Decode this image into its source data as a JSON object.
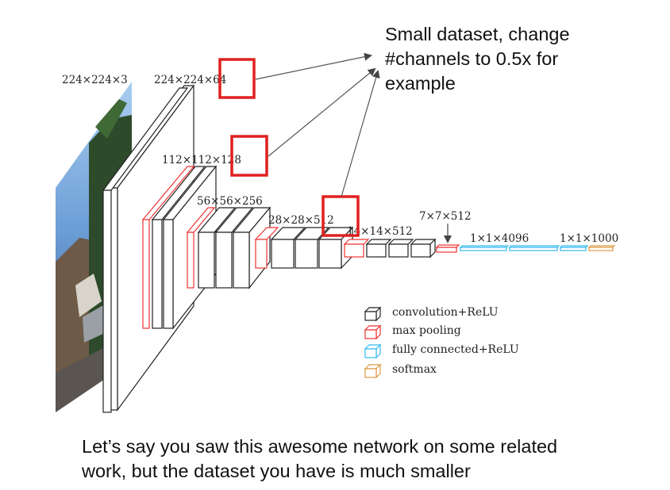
{
  "diagram": {
    "input_label": "224×224×3",
    "layer_labels": [
      "224×224×64",
      "112×112×128",
      "56×56×256",
      "28×28×512",
      "14×14×512",
      "7×7×512",
      "1×1×4096",
      "1×1×1000"
    ],
    "legend": [
      {
        "label": "convolution+ReLU",
        "color": "#222222"
      },
      {
        "label": "max pooling",
        "color": "#ee3333"
      },
      {
        "label": "fully connected+ReLU",
        "color": "#33bbee"
      },
      {
        "label": "softmax",
        "color": "#dd9944"
      }
    ],
    "highlight_color": "#e02020"
  },
  "annotation": {
    "lines": [
      "Small dataset, change",
      "#channels to 0.5x for",
      "example"
    ]
  },
  "caption": {
    "lines": [
      "Let’s say you saw this awesome network on some related",
      "work, but the dataset you have is much smaller"
    ]
  }
}
